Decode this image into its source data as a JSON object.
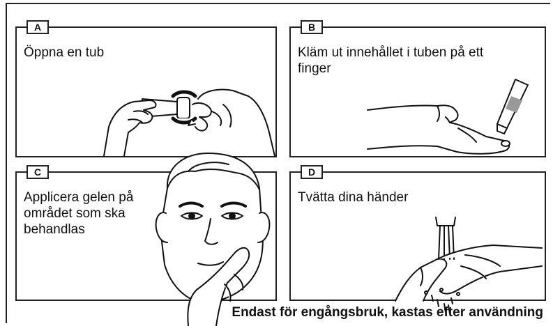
{
  "panels": [
    {
      "letter": "A",
      "text": [
        "Öppna en tub"
      ]
    },
    {
      "letter": "B",
      "text": [
        "Kläm ut innehållet i tuben på ett",
        "finger"
      ]
    },
    {
      "letter": "C",
      "text": [
        "Applicera gelen på",
        "området som ska",
        "behandlas"
      ]
    },
    {
      "letter": "D",
      "text": [
        "Tvätta dina händer"
      ]
    }
  ],
  "footer": "Endast för engångsbruk, kastas efter användning",
  "illustrations": {
    "a": "hands-opening-tube-icon",
    "b": "finger-with-gel-and-tube-icon",
    "c": "face-applying-gel-icon",
    "d": "washing-hands-icon"
  }
}
